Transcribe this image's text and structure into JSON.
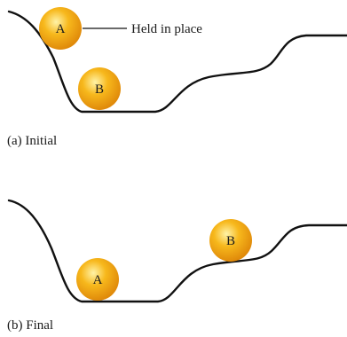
{
  "panel_a": {
    "caption": "(a)  Initial",
    "ball_a_label": "A",
    "ball_b_label": "B",
    "annotation": "Held in place"
  },
  "panel_b": {
    "caption": "(b)  Final",
    "ball_a_label": "A",
    "ball_b_label": "B"
  },
  "colors": {
    "ball_light": "#fff3a8",
    "ball_mid": "#f7b81c",
    "ball_dark": "#e08a0a",
    "curve": "#111111"
  }
}
